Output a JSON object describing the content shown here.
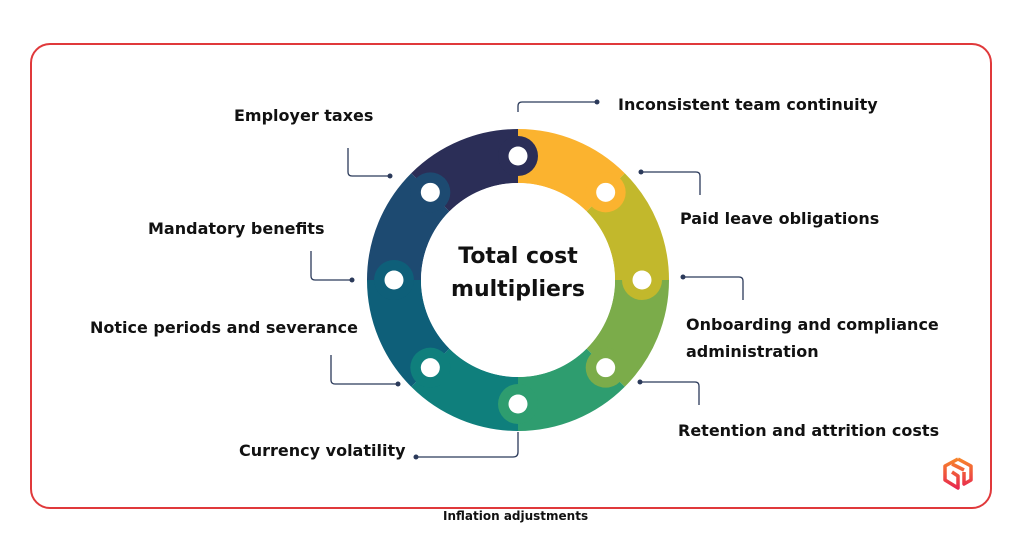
{
  "center_title_line1": "Total cost",
  "center_title_line2": "multipliers",
  "labels": {
    "employer_taxes": "Employer taxes",
    "inconsistent_team": "Inconsistent team continuity",
    "paid_leave": "Paid leave obligations",
    "onboarding_line1": "Onboarding and compliance",
    "onboarding_line2": "administration",
    "retention": "Retention and attrition costs",
    "currency": "Currency volatility",
    "notice": "Notice periods and severance",
    "mandatory": "Mandatory benefits"
  },
  "footer": "Inflation adjustments",
  "colors": {
    "frame": "#e0393b",
    "segments": [
      "#fbb32f",
      "#c2b82c",
      "#7bac4a",
      "#2e9d6f",
      "#0f7f7c",
      "#0e5f79",
      "#1d4a71",
      "#2b2e57"
    ]
  }
}
